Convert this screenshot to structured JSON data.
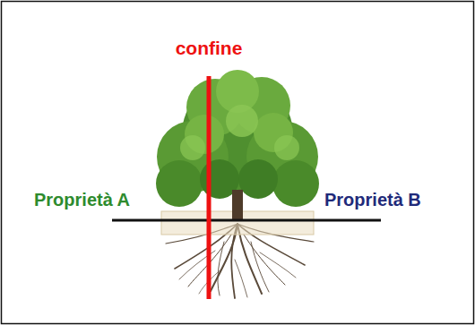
{
  "diagram": {
    "labels": [
      "confine",
      "Proprietà A",
      "Proprietà B"
    ]
  }
}
